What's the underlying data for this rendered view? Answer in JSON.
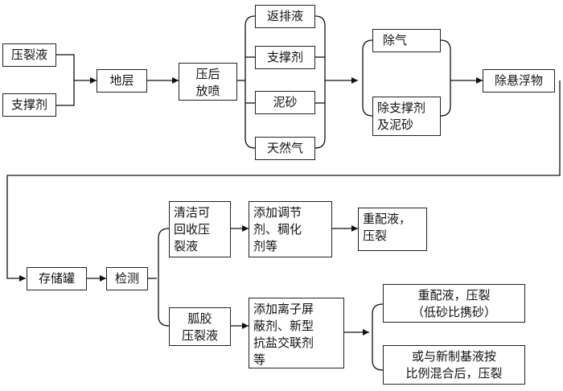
{
  "nodes": {
    "fracturing_fluid": "压裂液",
    "proppant": "支撑剂",
    "formation": "地层",
    "flowback": "压后\n放喷",
    "return_fluid": "返排液",
    "proppant_out": "支撑剂",
    "sand": "泥砂",
    "natural_gas": "天然气",
    "degas": "除气",
    "remove_proppant_sand": "除支撑剂\n及泥砂",
    "remove_suspended": "除悬浮物",
    "storage_tank": "存储罐",
    "testing": "检测",
    "clean_recyclable": "清洁可\n回收压\n裂液",
    "add_regulator": "添加调节\n剂、稠化\n剂等",
    "reformulate_top": "重配液，\n压裂",
    "guar_fluid": "胍胶\n压裂液",
    "add_ion_shield": "添加离子屏\n蔽剂、新型\n抗盐交联剂\n等",
    "reformulate_low_sand": "重配液，压裂\n（低砂比携砂）",
    "mix_new_base": "或与新制基液按\n比例混合后，压裂"
  }
}
